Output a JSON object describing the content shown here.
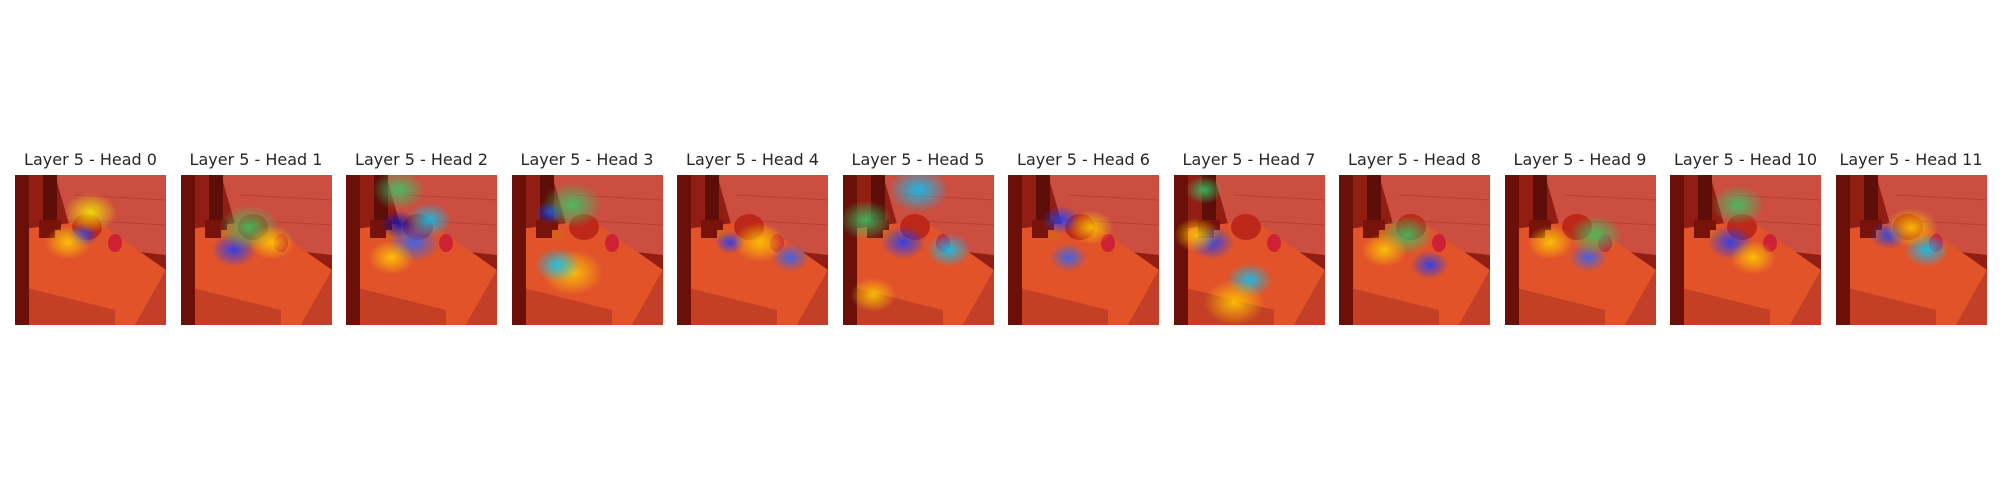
{
  "figure": {
    "panels": [
      {
        "title": "Layer 5 - Head 0",
        "spots": [
          [
            "#1a3cff",
            0.45,
            0.4,
            0.2
          ],
          [
            "#f4f000",
            0.5,
            0.25,
            0.35
          ],
          [
            "#ffd000",
            0.35,
            0.45,
            0.3
          ]
        ]
      },
      {
        "title": "Layer 5 - Head 1",
        "spots": [
          [
            "#1a3cff",
            0.35,
            0.5,
            0.3
          ],
          [
            "#33cc66",
            0.45,
            0.35,
            0.4
          ],
          [
            "#ffd000",
            0.6,
            0.45,
            0.3
          ]
        ]
      },
      {
        "title": "Layer 5 - Head 2",
        "spots": [
          [
            "#0010c0",
            0.35,
            0.33,
            0.25
          ],
          [
            "#2a66ff",
            0.45,
            0.45,
            0.35
          ],
          [
            "#00c8ff",
            0.55,
            0.3,
            0.3
          ],
          [
            "#33cc66",
            0.35,
            0.1,
            0.35
          ],
          [
            "#ffd000",
            0.3,
            0.55,
            0.3
          ]
        ]
      },
      {
        "title": "Layer 5 - Head 3",
        "spots": [
          [
            "#1a3cff",
            0.25,
            0.25,
            0.2
          ],
          [
            "#33cc66",
            0.4,
            0.2,
            0.4
          ],
          [
            "#ffd000",
            0.4,
            0.65,
            0.4
          ],
          [
            "#00c8ff",
            0.3,
            0.6,
            0.3
          ]
        ]
      },
      {
        "title": "Layer 5 - Head 4",
        "spots": [
          [
            "#1a3cff",
            0.35,
            0.45,
            0.2
          ],
          [
            "#2a66ff",
            0.75,
            0.55,
            0.25
          ],
          [
            "#ffd000",
            0.55,
            0.45,
            0.35
          ]
        ]
      },
      {
        "title": "Layer 5 - Head 5",
        "spots": [
          [
            "#00c8ff",
            0.5,
            0.1,
            0.4
          ],
          [
            "#1a3cff",
            0.4,
            0.45,
            0.3
          ],
          [
            "#33cc66",
            0.15,
            0.3,
            0.35
          ],
          [
            "#ffd000",
            0.2,
            0.8,
            0.3
          ],
          [
            "#00c8ff",
            0.7,
            0.5,
            0.3
          ]
        ]
      },
      {
        "title": "Layer 5 - Head 6",
        "spots": [
          [
            "#1a3cff",
            0.35,
            0.3,
            0.25
          ],
          [
            "#2a66ff",
            0.4,
            0.55,
            0.25
          ],
          [
            "#ffd000",
            0.55,
            0.35,
            0.3
          ]
        ]
      },
      {
        "title": "Layer 5 - Head 7",
        "spots": [
          [
            "#33cc66",
            0.2,
            0.1,
            0.25
          ],
          [
            "#00c8ff",
            0.5,
            0.7,
            0.3
          ],
          [
            "#1a3cff",
            0.25,
            0.45,
            0.3
          ],
          [
            "#ffd000",
            0.4,
            0.85,
            0.4
          ],
          [
            "#ffd000",
            0.15,
            0.4,
            0.3
          ]
        ]
      },
      {
        "title": "Layer 5 - Head 8",
        "spots": [
          [
            "#1a3cff",
            0.6,
            0.6,
            0.25
          ],
          [
            "#33cc66",
            0.45,
            0.4,
            0.35
          ],
          [
            "#ffd000",
            0.3,
            0.5,
            0.3
          ]
        ]
      },
      {
        "title": "Layer 5 - Head 9",
        "spots": [
          [
            "#2a66ff",
            0.55,
            0.55,
            0.25
          ],
          [
            "#33cc66",
            0.6,
            0.4,
            0.35
          ],
          [
            "#ffd000",
            0.3,
            0.45,
            0.3
          ]
        ]
      },
      {
        "title": "Layer 5 - Head 10",
        "spots": [
          [
            "#1a3cff",
            0.4,
            0.45,
            0.3
          ],
          [
            "#33cc66",
            0.45,
            0.2,
            0.35
          ],
          [
            "#ffd000",
            0.55,
            0.55,
            0.3
          ]
        ]
      },
      {
        "title": "Layer 5 - Head 11",
        "spots": [
          [
            "#1a3cff",
            0.35,
            0.4,
            0.25
          ],
          [
            "#00c8ff",
            0.6,
            0.5,
            0.3
          ],
          [
            "#ffd000",
            0.5,
            0.35,
            0.35
          ]
        ]
      }
    ]
  }
}
